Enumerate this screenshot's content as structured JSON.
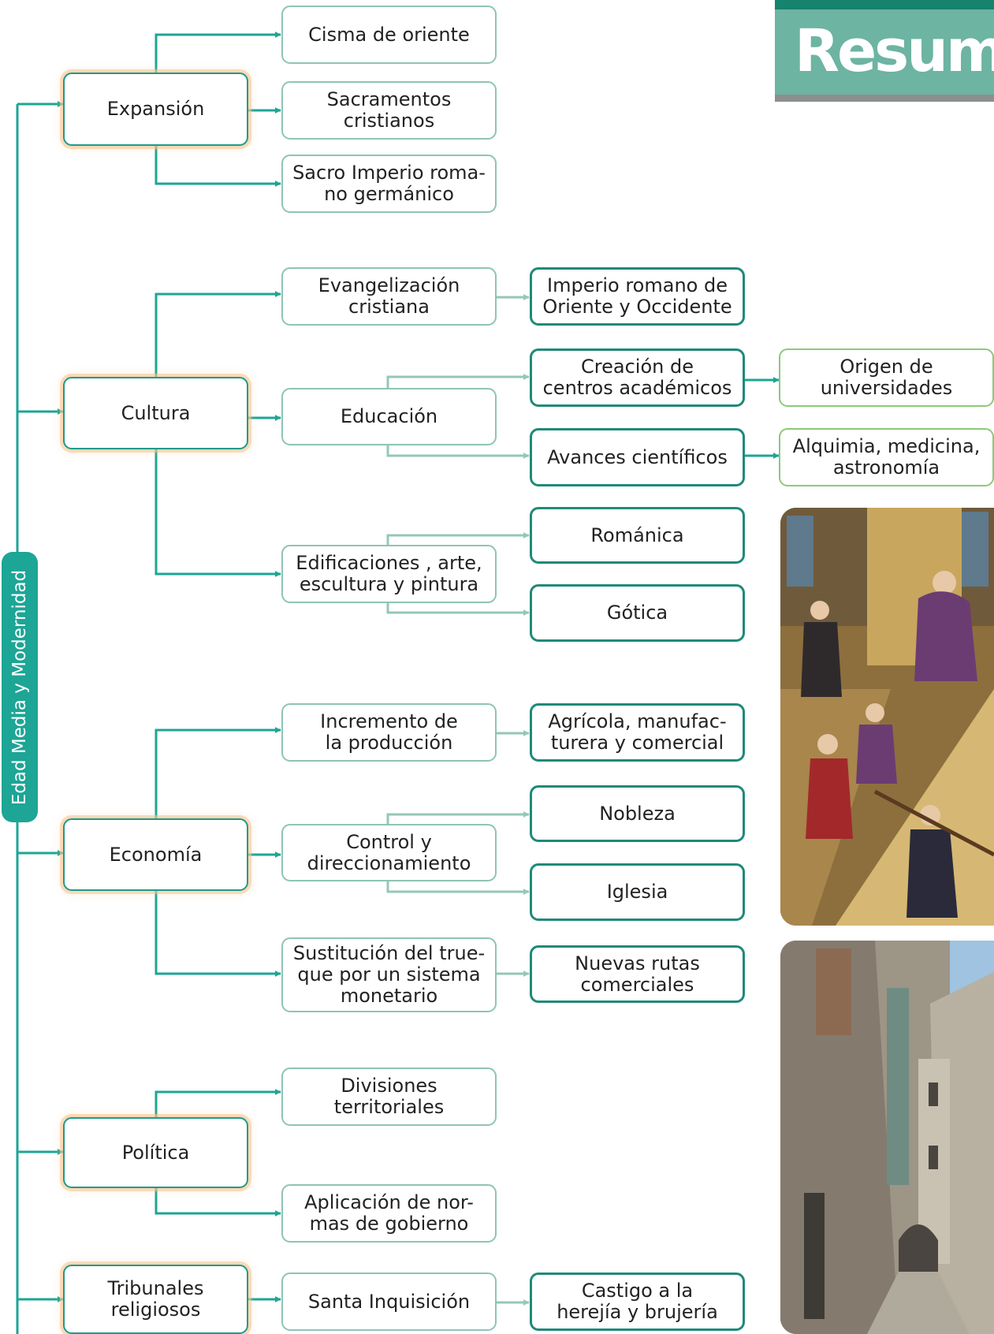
{
  "root": {
    "label": "Edad Media y Modernidad"
  },
  "title": "Resume",
  "nodes": {
    "expansion": "Expansión",
    "cisma": "Cisma de oriente",
    "sacramentos": "Sacramentos\ncristianos",
    "sacro": "Sacro Imperio roma-\nno germánico",
    "cultura": "Cultura",
    "evangelizacion": "Evangelización\ncristiana",
    "imperio": "Imperio romano de\nOriente y Occidente",
    "educacion": "Educación",
    "creacion": "Creación de\ncentros académicos",
    "origen": "Origen de\nuniversidades",
    "avances": "Avances científicos",
    "alquimia": "Alquimia, medicina,\nastronomía",
    "edificaciones": "Edificaciones , arte,\nescultura y pintura",
    "romanica": "Románica",
    "gotica": "Gótica",
    "economia": "Economía",
    "incremento": "Incremento de\nla producción",
    "agricola": "Agrícola, manufac-\nturera y comercial",
    "control": "Control y\ndireccionamiento",
    "nobleza": "Nobleza",
    "iglesia": "Iglesia",
    "sustitucion": "Sustitución del true-\nque por un sistema\nmonetario",
    "nuevas_rutas": "Nuevas rutas\ncomerciales",
    "politica": "Política",
    "divisiones": "Divisiones\nterritoriales",
    "aplicacion": "Aplicación de nor-\nmas de gobierno",
    "tribunales": "Tribunales\nreligiosos",
    "inquisicion": "Santa Inquisición",
    "castigo": "Castigo a la\nherejía y brujería"
  },
  "colors": {
    "accent": "#1da596",
    "dark_teal": "#1f8a78",
    "light_teal": "#8fc4b4",
    "light_green": "#8cc97a",
    "highlight": "#f6c48c"
  }
}
